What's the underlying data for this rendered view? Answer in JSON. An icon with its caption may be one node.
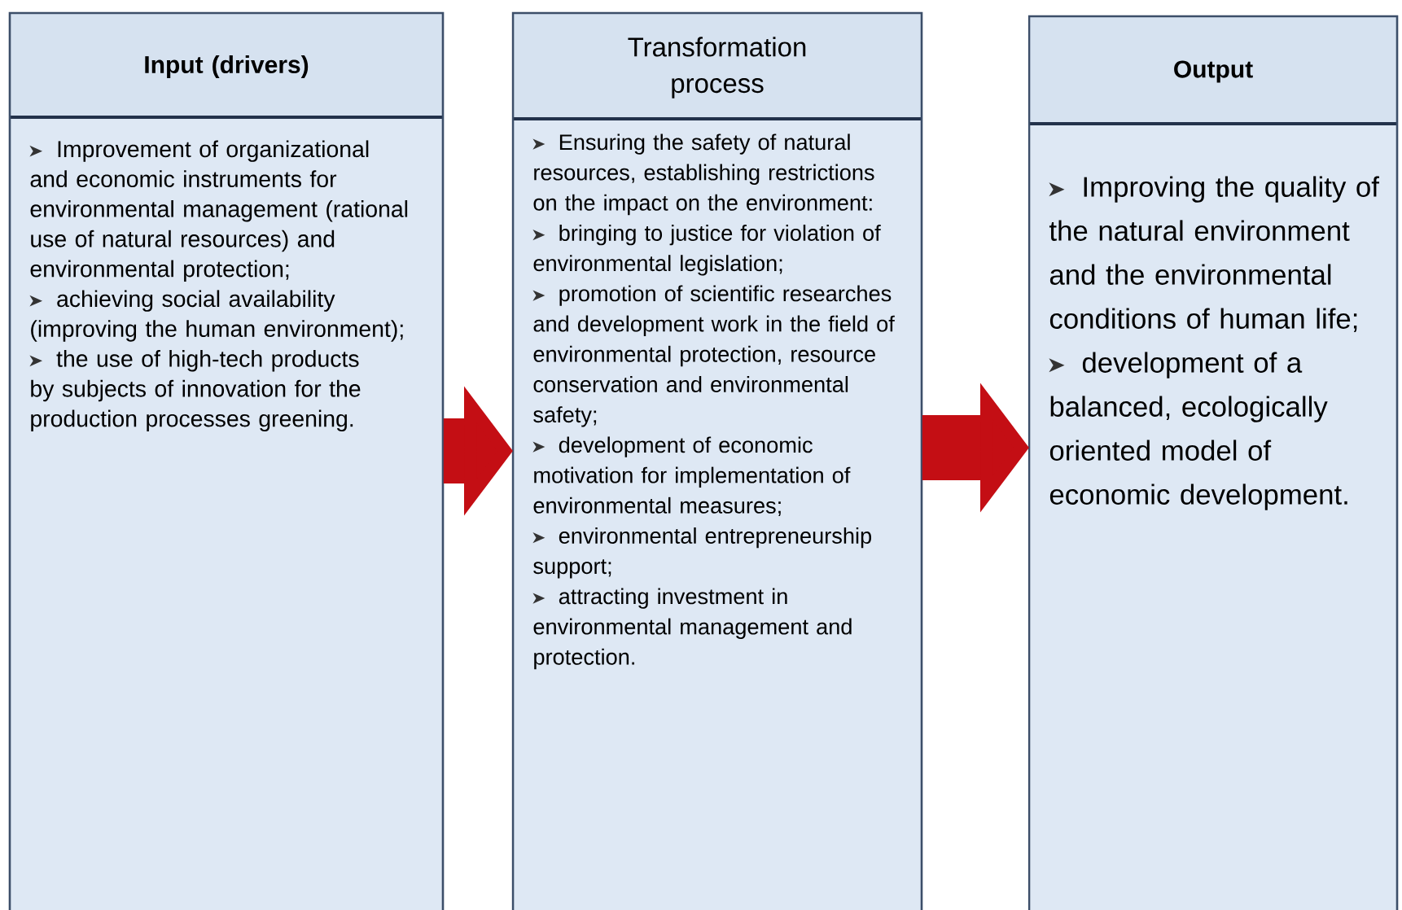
{
  "diagram": {
    "nodes": [
      {
        "text": [
          "Input (drivers)",
          "Improvement of organizational and economic instruments for environmental management (rational use of natural resources) and environmental protection;",
          "achieving social availability (improving the human environment);",
          "the use of high-tech products by subjects of innovation for the production processes greening."
        ]
      },
      {
        "text": [
          "Transformation process",
          "Ensuring the safety of natural resources, establishing restrictions on the impact on the environment:",
          "bringing to justice for violation of environmental legislation;",
          "promotion of scientific researches and development work in the field of environmental protection, resource conservation and environmental safety;",
          "development of economic motivation for implementation of environmental measures;",
          "environmental entrepreneurship support;",
          "attracting investment in environmental management and protection."
        ]
      },
      {
        "text": [
          "Output",
          "Improving the quality of the natural environment and the environmental conditions of human life;",
          "development of a balanced, ecologically oriented model of economic development."
        ]
      }
    ],
    "edges": [
      {
        "from": 0,
        "to": 1,
        "arrow": "to"
      },
      {
        "from": 1,
        "to": 2,
        "arrow": "to"
      }
    ]
  }
}
